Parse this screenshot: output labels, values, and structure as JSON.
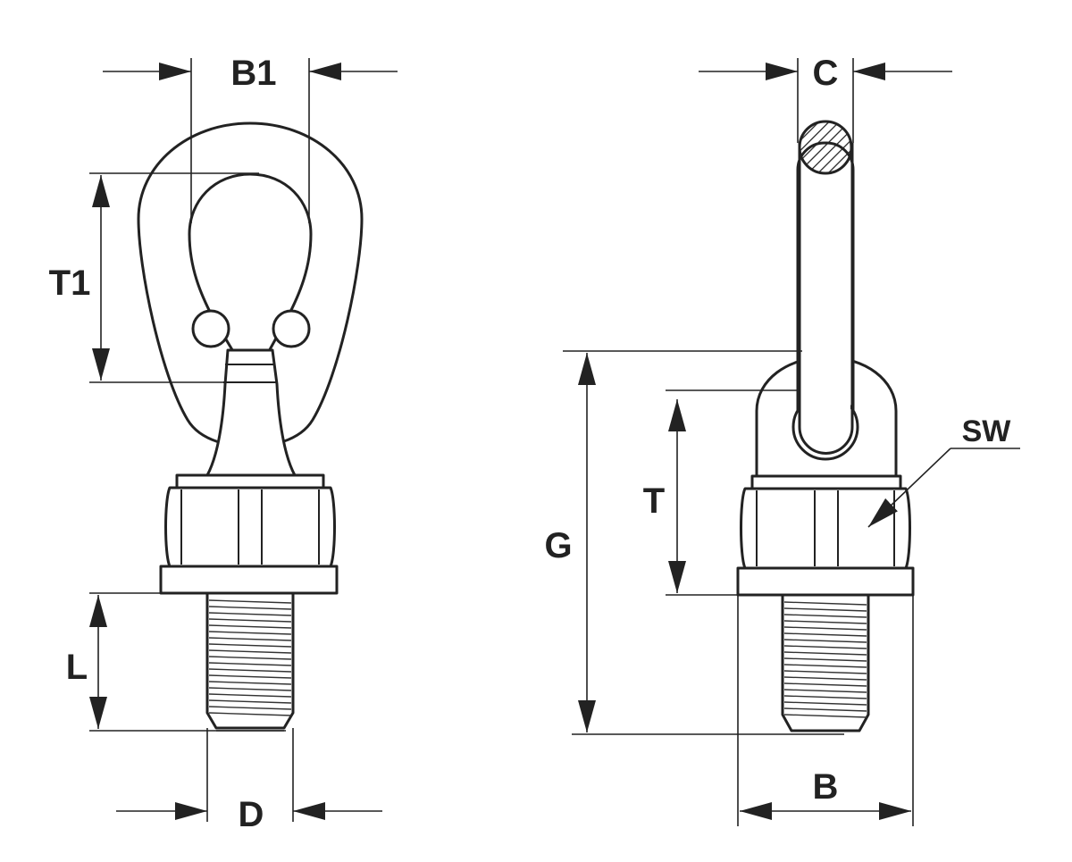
{
  "labels": {
    "b1": "B1",
    "t1": "T1",
    "l": "L",
    "d": "D",
    "c": "C",
    "g": "G",
    "t": "T",
    "sw": "SW",
    "b": "B"
  },
  "colors": {
    "line": "#222222",
    "background": "#ffffff"
  }
}
